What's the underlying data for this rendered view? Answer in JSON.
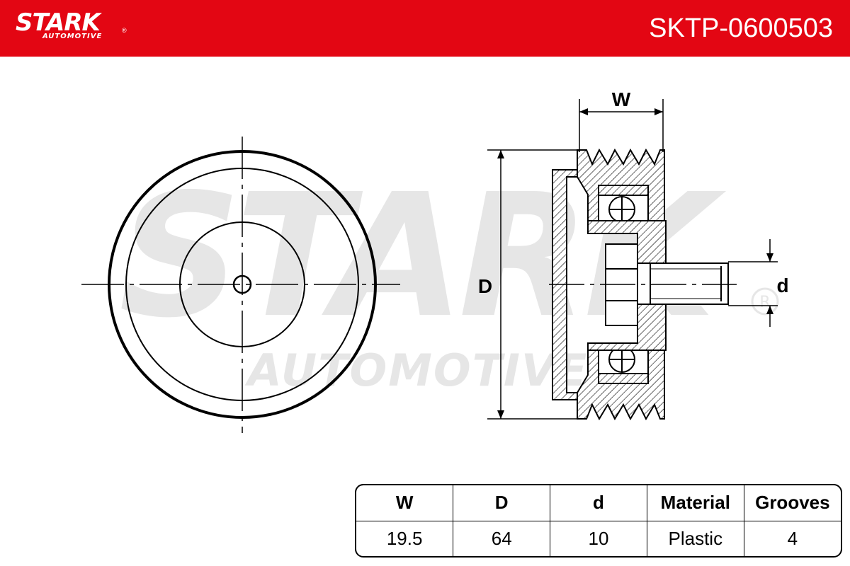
{
  "header": {
    "brand": "STARK",
    "brand_sub": "AUTOMOTIVE",
    "brand_registered": "®",
    "part_number": "SKTP-0600503",
    "color": "#e30613"
  },
  "watermark": {
    "line1": "STARK",
    "line2": "AUTOMOTIVE",
    "registered": "R",
    "color": "#e6e6e6"
  },
  "drawing": {
    "dim_w": "W",
    "dim_d_outer": "D",
    "dim_d_inner": "d"
  },
  "specs": {
    "columns": [
      "W",
      "D",
      "d",
      "Material",
      "Grooves"
    ],
    "values": [
      "19.5",
      "64",
      "10",
      "Plastic",
      "4"
    ]
  }
}
